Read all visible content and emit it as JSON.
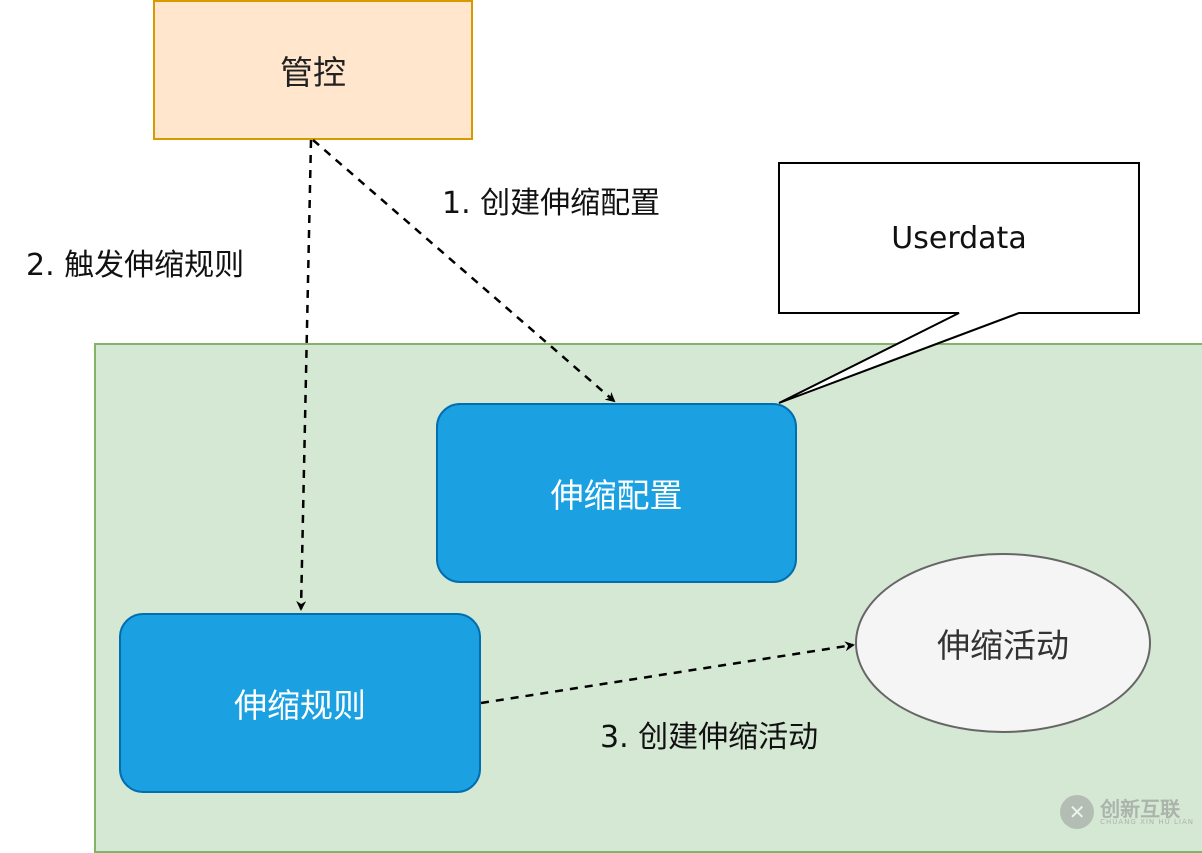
{
  "nodes": {
    "control": "管控",
    "scaling_config": "伸缩配置",
    "scaling_rule": "伸缩规则",
    "scaling_activity": "伸缩活动",
    "userdata": "Userdata"
  },
  "edges": {
    "step1": "1. 创建伸缩配置",
    "step2": "2. 触发伸缩规则",
    "step3": "3. 创建伸缩活动"
  },
  "watermark": {
    "name": "创新互联",
    "sub": "CHUANG XIN HU LIAN"
  },
  "colors": {
    "region_fill": "#d5e8d4",
    "region_stroke": "#82b366",
    "control_fill": "#ffe6cc",
    "control_stroke": "#d79b00",
    "blue_fill": "#1ba1e2",
    "blue_stroke": "#006eaf",
    "activity_fill": "#f5f5f5",
    "activity_stroke": "#666666"
  }
}
